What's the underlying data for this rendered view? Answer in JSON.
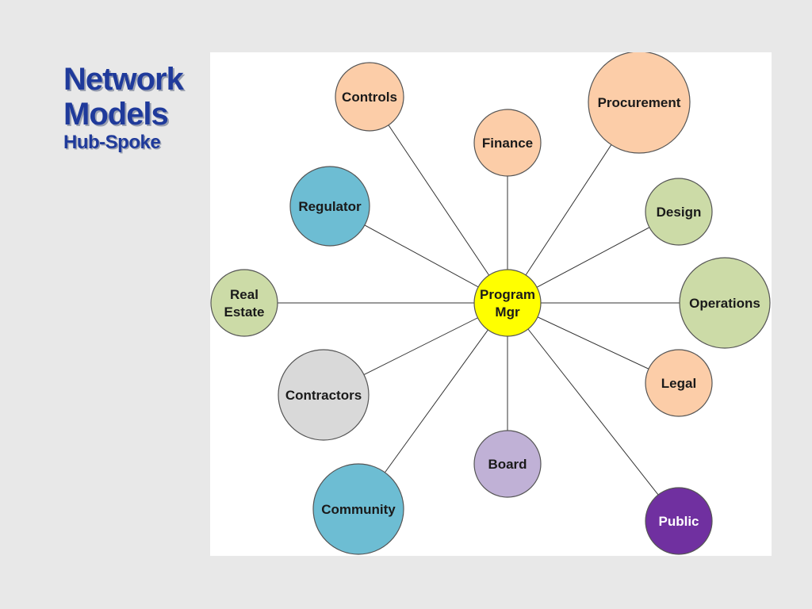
{
  "slide": {
    "title_line1": "Network",
    "title_line2": "Models",
    "subtitle": "Hub-Spoke"
  },
  "colors": {
    "background": "#e8e8e8",
    "title": "#1f3a9b",
    "hub": "#ffff00",
    "peach": "#fccda8",
    "green": "#ccdba7",
    "blue": "#6dbdd3",
    "gray": "#d9d9d9",
    "lavender": "#c0b1d6",
    "purple": "#7030a0"
  },
  "diagram": {
    "hub": {
      "lines": [
        "Program",
        "Mgr"
      ]
    },
    "nodes": [
      {
        "id": "controls",
        "lines": [
          "Controls"
        ]
      },
      {
        "id": "finance",
        "lines": [
          "Finance"
        ]
      },
      {
        "id": "procurement",
        "lines": [
          "Procurement"
        ]
      },
      {
        "id": "regulator",
        "lines": [
          "Regulator"
        ]
      },
      {
        "id": "design",
        "lines": [
          "Design"
        ]
      },
      {
        "id": "real-estate",
        "lines": [
          "Real",
          "Estate"
        ]
      },
      {
        "id": "operations",
        "lines": [
          "Operations"
        ]
      },
      {
        "id": "contractors",
        "lines": [
          "Contractors"
        ]
      },
      {
        "id": "legal",
        "lines": [
          "Legal"
        ]
      },
      {
        "id": "community",
        "lines": [
          "Community"
        ]
      },
      {
        "id": "board",
        "lines": [
          "Board"
        ]
      },
      {
        "id": "public",
        "lines": [
          "Public"
        ]
      }
    ]
  }
}
